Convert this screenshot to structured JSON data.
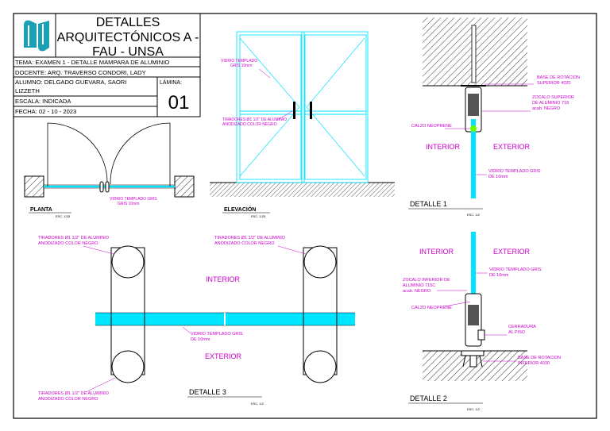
{
  "title_block": {
    "title_line1": "DETALLES",
    "title_line2": "ARQUITECTÓNICOS A -",
    "title_line3": "FAU - UNSA",
    "tema": "TEMA: EXAMEN 1 - DETALLE MAMPARA DE ALUMINIO",
    "docente": "DOCENTE: ARQ. TRAVERSO CONDORI, LADY",
    "alumno_line1": "ALUMNO: DELGADO GUEVARA, SAORI",
    "alumno_line2": "LIZZETH",
    "lamina_label": "LÁMINA:",
    "lamina_number": "01",
    "escala": "ESCALA: INDICADA",
    "fecha": "FECHA: 02 - 10 - 2023"
  },
  "planta": {
    "title": "PLANTA",
    "scale": "ESC. 1/25",
    "glass_note_line1": "VIDRIO TEMPLADO GRIS",
    "glass_note_line2": "GRIS 10mm"
  },
  "elevacion": {
    "title": "ELEVACIÓN",
    "scale": "ESC. 1/25",
    "glass_note_line1": "VIDRIO TEMPLADO",
    "glass_note_line2": "GRIS 10mm",
    "handle_note_line1": "TIRADORES Ø1 1/2\" DE ALUMINIO",
    "handle_note_line2": "ANODIZADO COLOR NEGRO"
  },
  "detalle1": {
    "title": "DETALLE 1",
    "scale": "ESC. 1/2",
    "base_line1": "BASE DE ROTACION",
    "base_line2": "SUPERIOR 4020",
    "zocalo_line1": "ZOCALO SUPERIOR",
    "zocalo_line2": "DE ALUMINIO 718",
    "zocalo_line3": "acab. NEGRO",
    "calzo": "CALZO NEOPRENE",
    "interior": "INTERIOR",
    "exterior": "EXTERIOR",
    "vidrio_line1": "VIDRIO TEMPLADO GRIS",
    "vidrio_line2": "DE 10mm"
  },
  "detalle2": {
    "title": "DETALLE 2",
    "scale": "ESC. 1/2",
    "interior": "INTERIOR",
    "exterior": "EXTERIOR",
    "vidrio_line1": "VIDRIO TEMPLADO GRIS",
    "vidrio_line2": "DE 10mm",
    "zocalo_line1": "ZOCALO INFERIOR DE",
    "zocalo_line2": "ALUMINIO 715C",
    "zocalo_line3": "acab. NEGRO",
    "calzo": "CALZO NEOPRENE",
    "cerradura_line1": "CERRADURA",
    "cerradura_line2": "AL PISO",
    "base_line1": "BASE DE ROTACION",
    "base_line2": "INFERIOR 4030"
  },
  "detalle3": {
    "title": "DETALLE 3",
    "scale": "ESC. 1/2",
    "tirador_tl_line1": "TIRADORES Ø1 1/2\" DE ALUMINIO",
    "tirador_tl_line2": "ANODIZADO COLOR NEGRO",
    "tirador_tr_line1": "TIRADORES Ø1 1/2\" DE ALUMINIO",
    "tirador_tr_line2": "ANODIZADO COLOR NEGRO",
    "tirador_bl_line1": "TIRADORES Ø1 1/2\" DE ALUMINIO",
    "tirador_bl_line2": "ANODIZADO COLOR NEGRO",
    "interior": "INTERIOR",
    "exterior": "EXTERIOR",
    "vidrio_line1": "VIDRIO TEMPLADO GRIS",
    "vidrio_line2": "DE 10mm"
  },
  "colors": {
    "glass": "#00e5ff",
    "annotation": "#cc00cc",
    "highlight_green": "#66ff00",
    "line": "#000000",
    "logo": "#1a9fb5"
  }
}
